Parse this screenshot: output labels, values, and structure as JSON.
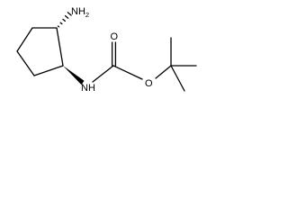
{
  "molecule": {
    "atoms": {
      "amine_n": {
        "symbol": "NH",
        "subscript": "2"
      },
      "amide_n": {
        "symbol": "NH"
      },
      "carbonyl_o": {
        "symbol": "O"
      },
      "ether_o": {
        "symbol": "O"
      }
    },
    "stereo": {
      "amine_bond": "hashed-wedge",
      "carbamate_bond": "solid-wedge"
    },
    "colors": {
      "ink": "#000000",
      "background": "#ffffff"
    }
  }
}
